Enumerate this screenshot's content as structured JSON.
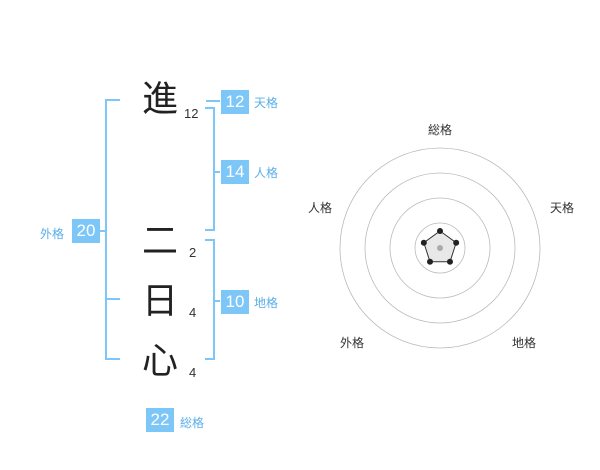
{
  "name_chars": [
    {
      "char": "進",
      "strokes": "12"
    },
    {
      "char": "二",
      "strokes": "2"
    },
    {
      "char": "日",
      "strokes": "4"
    },
    {
      "char": "心",
      "strokes": "4"
    }
  ],
  "grids": {
    "tenkaku": {
      "value": "12",
      "label": "天格"
    },
    "jinkaku": {
      "value": "14",
      "label": "人格"
    },
    "chikaku": {
      "value": "10",
      "label": "地格"
    },
    "gaikaku": {
      "value": "20",
      "label": "外格"
    },
    "soukaku": {
      "value": "22",
      "label": "総格"
    }
  },
  "colors": {
    "accent": "#7cc7f7",
    "accent_text": "#5aaee8",
    "dot": "#222222"
  },
  "chart_data": {
    "type": "radar",
    "axes": [
      "総格",
      "天格",
      "地格",
      "外格",
      "人格"
    ],
    "rings": 4,
    "grid": true,
    "values": [
      1,
      1,
      1,
      1,
      1
    ],
    "max": 4
  }
}
